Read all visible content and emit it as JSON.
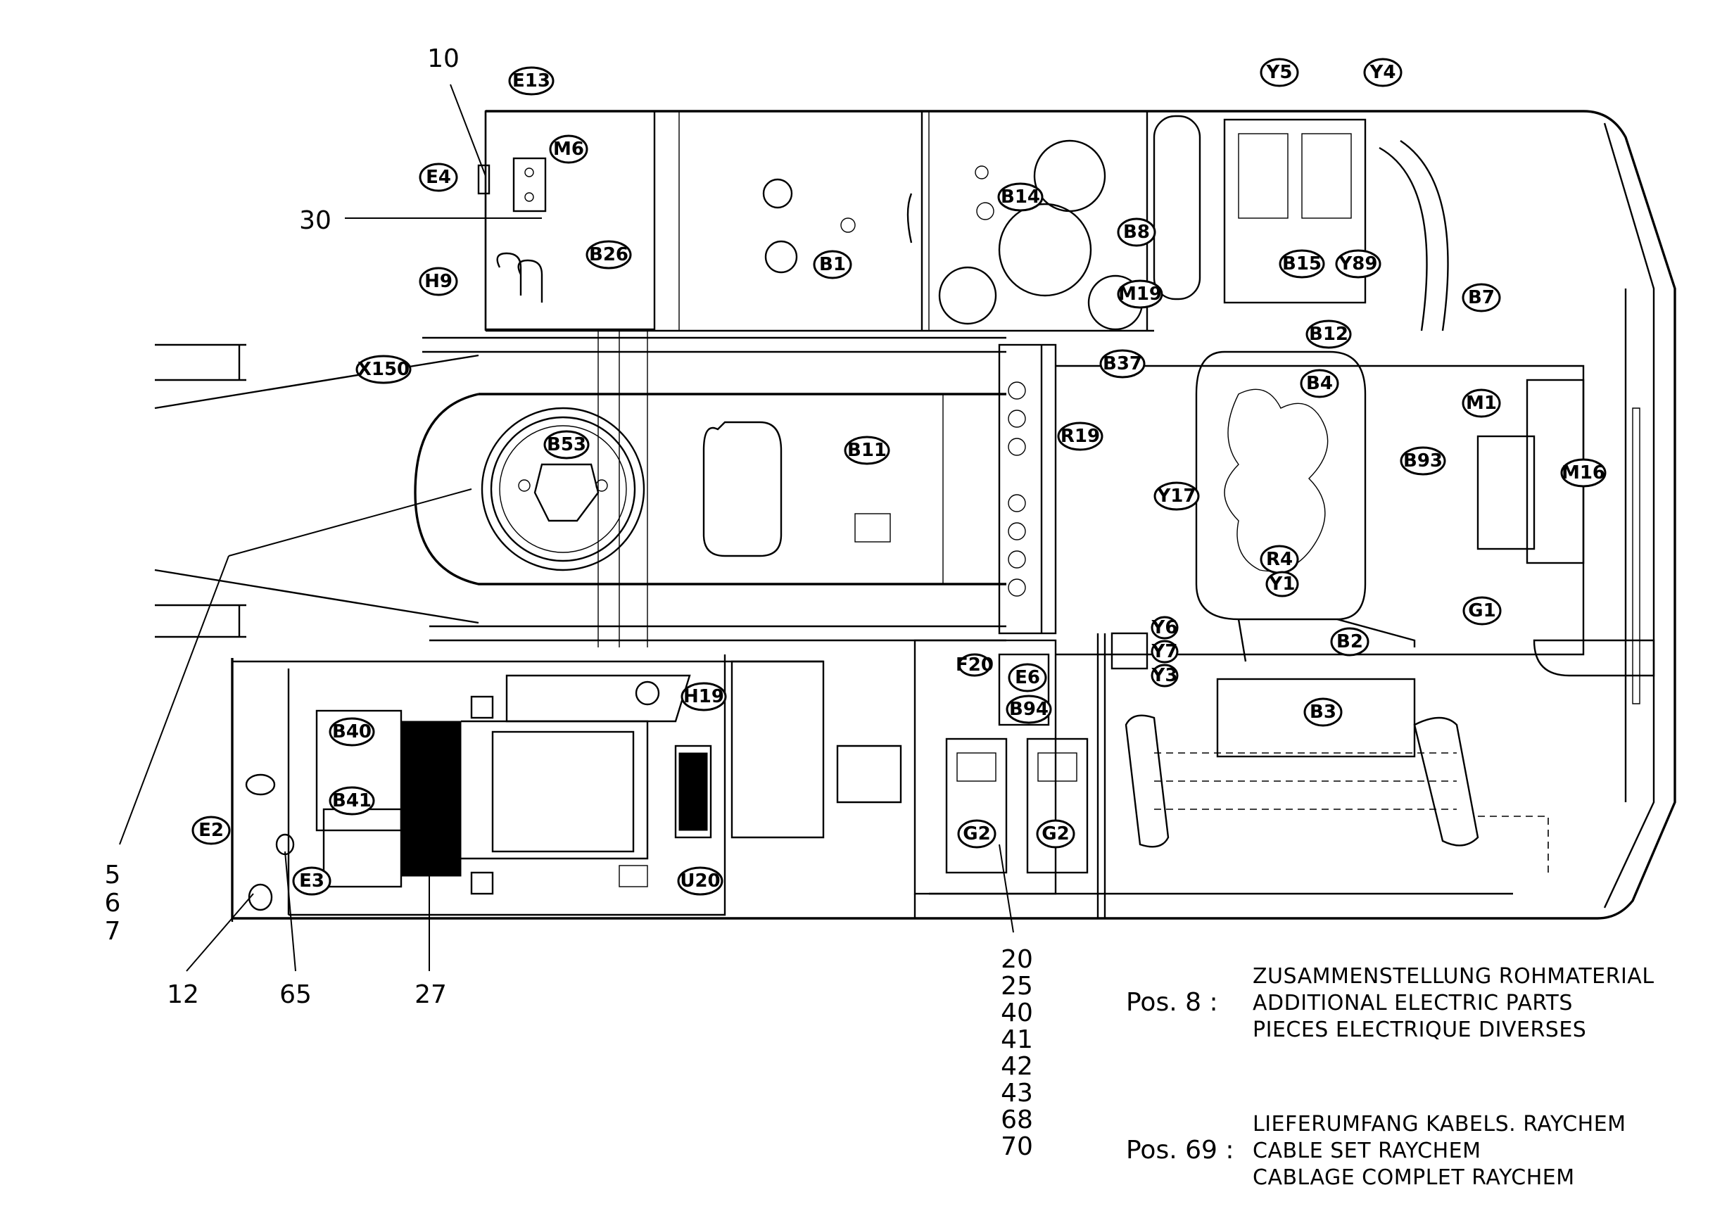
{
  "component_tags": [
    {
      "id": "E13",
      "label": "E13"
    },
    {
      "id": "M6",
      "label": "M6"
    },
    {
      "id": "E4",
      "label": "E4"
    },
    {
      "id": "B26",
      "label": "B26"
    },
    {
      "id": "H9",
      "label": "H9"
    },
    {
      "id": "B1",
      "label": "B1"
    },
    {
      "id": "B14",
      "label": "B14"
    },
    {
      "id": "B8",
      "label": "B8"
    },
    {
      "id": "M19",
      "label": "M19"
    },
    {
      "id": "Y5",
      "label": "Y5"
    },
    {
      "id": "Y4",
      "label": "Y4"
    },
    {
      "id": "B15",
      "label": "B15"
    },
    {
      "id": "Y89",
      "label": "Y89"
    },
    {
      "id": "B7",
      "label": "B7"
    },
    {
      "id": "B12",
      "label": "B12"
    },
    {
      "id": "X150",
      "label": "X150"
    },
    {
      "id": "B37",
      "label": "B37"
    },
    {
      "id": "B4",
      "label": "B4"
    },
    {
      "id": "M1",
      "label": "M1"
    },
    {
      "id": "B53",
      "label": "B53"
    },
    {
      "id": "B11",
      "label": "B11"
    },
    {
      "id": "R19",
      "label": "R19"
    },
    {
      "id": "Y17",
      "label": "Y17"
    },
    {
      "id": "B93",
      "label": "B93"
    },
    {
      "id": "M16",
      "label": "M16"
    },
    {
      "id": "R4",
      "label": "R4"
    },
    {
      "id": "Y1",
      "label": "Y1"
    },
    {
      "id": "G1",
      "label": "G1"
    },
    {
      "id": "Y6",
      "label": "Y6"
    },
    {
      "id": "B2",
      "label": "B2"
    },
    {
      "id": "Y7",
      "label": "Y7"
    },
    {
      "id": "F20",
      "label": "F20"
    },
    {
      "id": "E6",
      "label": "E6"
    },
    {
      "id": "Y3",
      "label": "Y3"
    },
    {
      "id": "B94",
      "label": "B94"
    },
    {
      "id": "B3",
      "label": "B3"
    },
    {
      "id": "H19",
      "label": "H19"
    },
    {
      "id": "B40",
      "label": "B40"
    },
    {
      "id": "B41",
      "label": "B41"
    },
    {
      "id": "E2",
      "label": "E2"
    },
    {
      "id": "E3",
      "label": "E3"
    },
    {
      "id": "U20",
      "label": "U20"
    },
    {
      "id": "G2a",
      "label": "G2"
    },
    {
      "id": "G2b",
      "label": "G2"
    }
  ],
  "callouts": {
    "p10": "10",
    "p30": "30",
    "p5": "5",
    "p6": "6",
    "p7": "7",
    "p12": "12",
    "p65": "65",
    "p27": "27"
  },
  "callout_stack": [
    "20",
    "25",
    "40",
    "41",
    "42",
    "43",
    "68",
    "70"
  ],
  "legend": {
    "pos8": {
      "label": "Pos. 8  :",
      "lines": [
        "ZUSAMMENSTELLUNG ROHMATERIAL",
        "ADDITIONAL ELECTRIC PARTS",
        "PIECES ELECTRIQUE DIVERSES"
      ]
    },
    "pos69": {
      "label": "Pos. 69 :",
      "lines": [
        "LIEFERUMFANG KABELS. RAYCHEM",
        "CABLE SET RAYCHEM",
        "CABLAGE COMPLET RAYCHEM"
      ]
    }
  }
}
